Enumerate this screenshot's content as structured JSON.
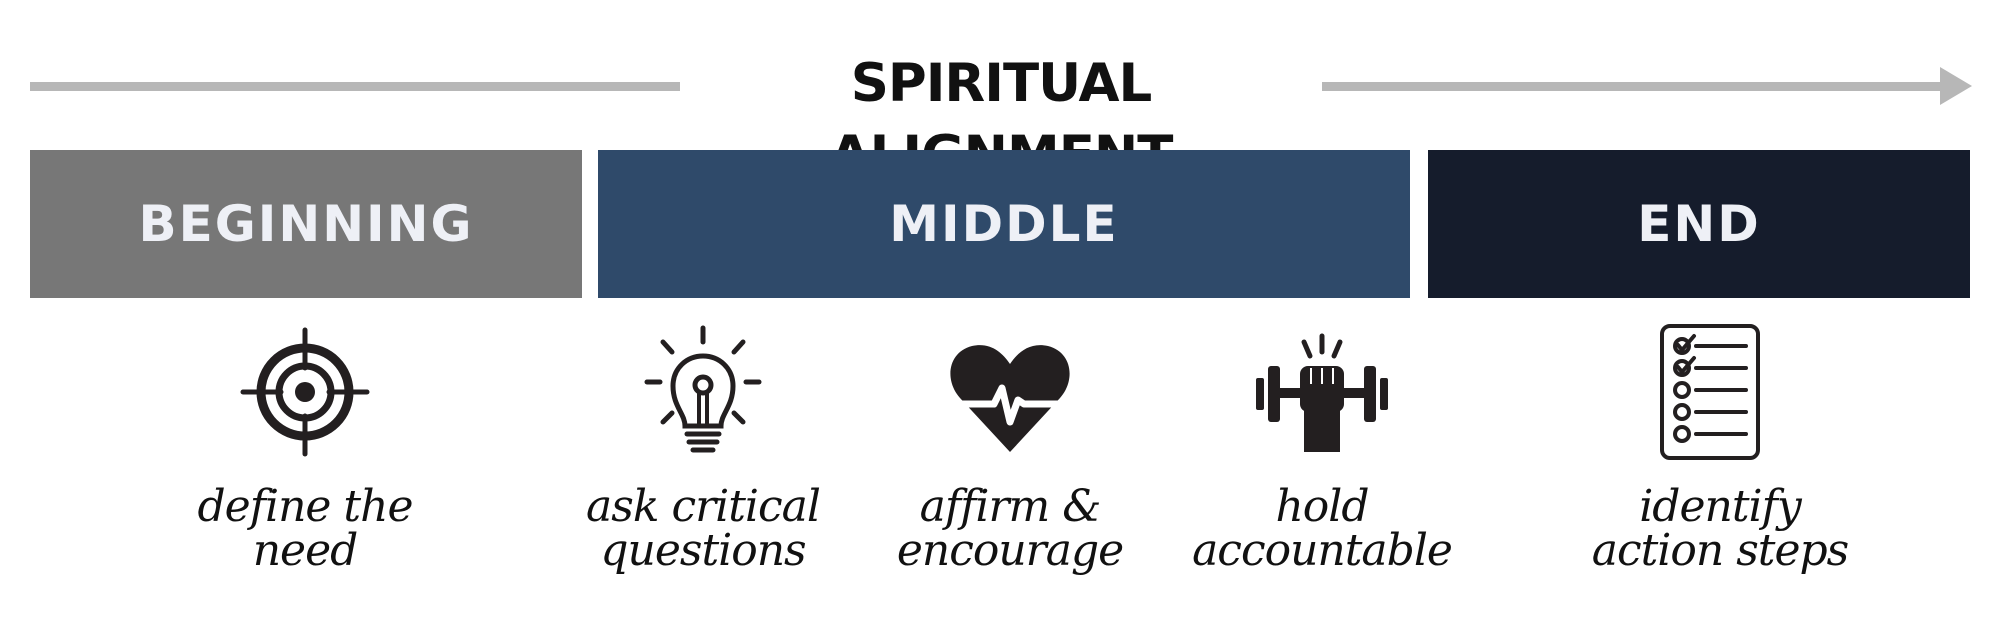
{
  "header": {
    "title": "SPIRITUAL ALIGNMENT"
  },
  "phases": [
    {
      "label": "BEGINNING",
      "color": "#777777"
    },
    {
      "label": "MIDDLE",
      "color": "#2f4a6a"
    },
    {
      "label": "END",
      "color": "#151c2c"
    }
  ],
  "steps": [
    {
      "icon": "target-icon",
      "label": "define the\nneed"
    },
    {
      "icon": "lightbulb-icon",
      "label": "ask critical\nquestions"
    },
    {
      "icon": "heart-heartbeat-icon",
      "label": "affirm &\nencourage"
    },
    {
      "icon": "dumbbell-fist-icon",
      "label": "hold\naccountable"
    },
    {
      "icon": "checklist-icon",
      "label": "identify\naction steps"
    }
  ],
  "colors": {
    "arrow": "#b7b7b7",
    "icon": "#231f20",
    "text": "#111111",
    "phase_text": "#eef0f6"
  }
}
